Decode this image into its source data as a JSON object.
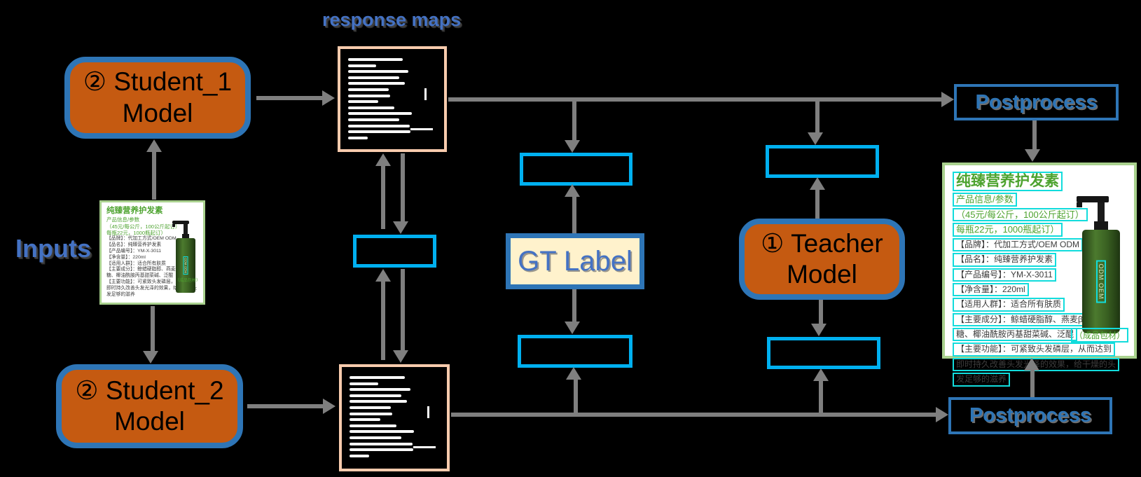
{
  "title": "response maps",
  "inputs_label": "Inputs",
  "nodes": {
    "student1_line1": "② Student_1",
    "student1_line2": "Model",
    "student2_line1": "② Student_2",
    "student2_line2": "Model",
    "teacher_line1": "① Teacher",
    "teacher_line2": "Model",
    "gt_label": "GT Label",
    "postprocess_top": "Postprocess",
    "postprocess_bottom": "Postprocess"
  },
  "colors": {
    "model_fill": "#C55A11",
    "model_border": "#2E75B6",
    "loss_box_border": "#00B0F0",
    "gt_fill": "#FFF2CC",
    "blue_text": "#4472C4",
    "postprocess_border": "#2E75B6",
    "map_border": "#F8CBAD",
    "arrow": "#7F7F7F",
    "card_border": "#A9D18E",
    "detection_box": "#12DCDC",
    "product_green": "#4DA32F",
    "product_dark": "#3C3C3C"
  },
  "response_map": {
    "line_widths_pct": [
      62,
      32,
      68,
      58,
      64,
      46,
      48,
      34,
      52,
      72,
      58,
      70,
      71,
      22
    ]
  },
  "product_card": {
    "title": "纯臻营养护发素",
    "green_lines": [
      "产品信息/参数",
      "（45元/每公斤，100公斤起订）",
      "每瓶22元，1000瓶起订）"
    ],
    "dark_lines": [
      "【品牌】：代加工方式/OEM ODM",
      "【品名】：纯臻营养护发素",
      "【产品编号】：YM-X-3011",
      "【净含量】：220ml",
      "【适用人群】：适合所有肤质",
      "【主要成分】：鲸蜡硬脂醇、燕麦β-葡聚",
      "糖、椰油酰胺丙基甜菜碱、泛醌",
      "【主要功能】：可紧致头发磷层，从而达到",
      "即时持久改善头发光泽的效果，给干燥的头",
      "发足够的滋养"
    ],
    "bottle_label": "ODM OEM",
    "packaging_note": "（成品包材）"
  }
}
